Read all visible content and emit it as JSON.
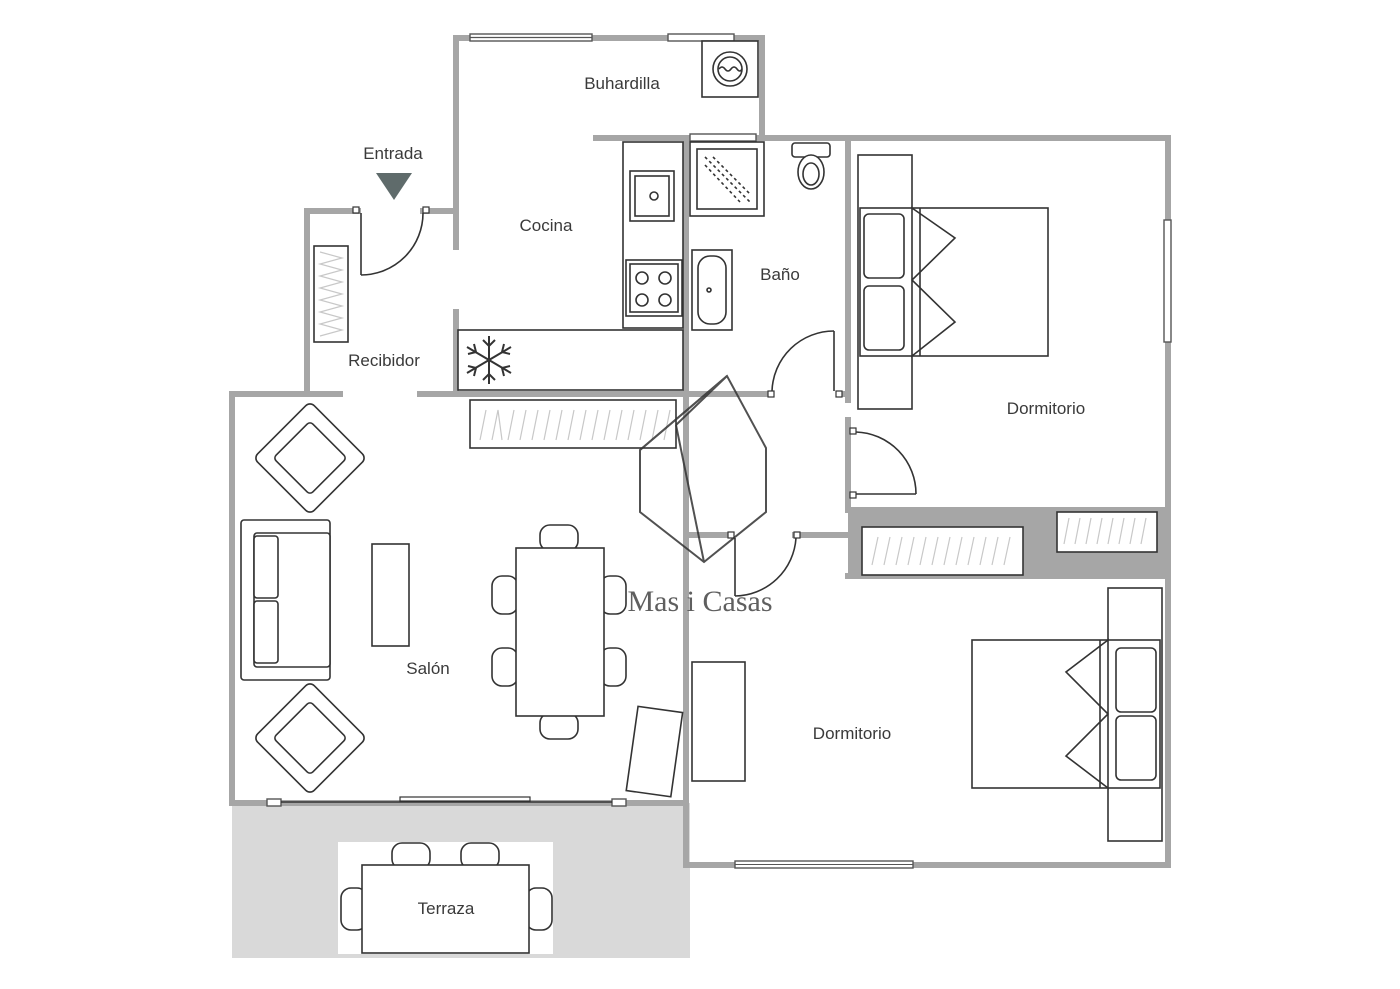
{
  "rooms": {
    "buhardilla": "Buhardilla",
    "entrada": "Entrada",
    "cocina": "Cocina",
    "bano": "Baño",
    "recibidor": "Recibidor",
    "dormitorio_1": "Dormitorio",
    "salon": "Salón",
    "dormitorio_2": "Dormitorio",
    "terraza": "Terraza"
  },
  "watermark": "Mas i Casas",
  "colors": {
    "wall": "#a6a6a6",
    "terrace": "#d9d9d9",
    "entrance_marker": "#5f6b6b",
    "line": "#333333"
  }
}
